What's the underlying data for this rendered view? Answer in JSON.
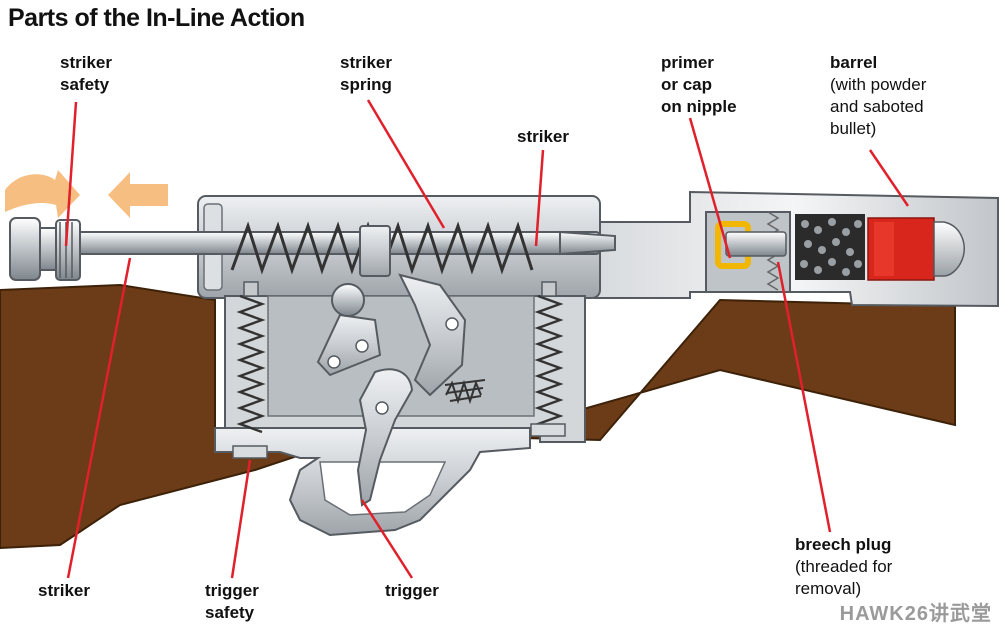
{
  "title": "Parts of the In-Line Action",
  "labels": {
    "striker_safety": [
      "striker",
      "safety"
    ],
    "striker_spring": [
      "striker",
      "spring"
    ],
    "striker_top": "striker",
    "primer": [
      "primer",
      "or cap",
      "on nipple"
    ],
    "barrel": {
      "bold": "barrel",
      "note": [
        "(with powder",
        "and saboted",
        "bullet)"
      ]
    },
    "breech_plug": {
      "bold": "breech plug",
      "note": [
        "(threaded for",
        "removal)"
      ]
    },
    "striker_bottom": "striker",
    "trigger_safety": [
      "trigger",
      "safety"
    ],
    "trigger": "trigger"
  },
  "watermark": "HAWK26讲武堂",
  "colors": {
    "leader": "#e0202a",
    "stock": "#6b3c17",
    "metal": "#cfd3d6",
    "powder_charge": "#d9261c",
    "primer_cap": "#f2b705",
    "arrow": "#f6b36b"
  },
  "icons": [
    "motion-arrow-icon",
    "motion-arrow-icon"
  ]
}
